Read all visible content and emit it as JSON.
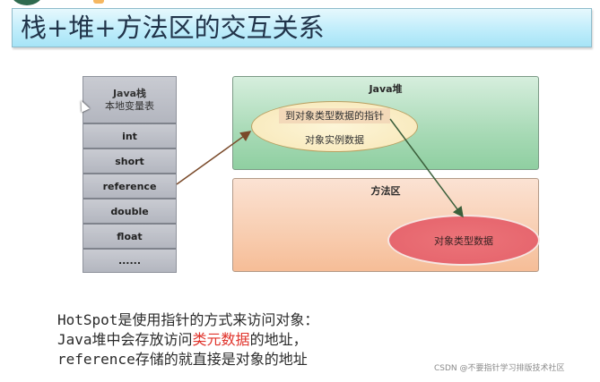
{
  "title": "栈+堆+方法区的交互关系",
  "stack": {
    "header_line1": "Java栈",
    "header_line2": "本地变量表",
    "rows": [
      "int",
      "short",
      "reference",
      "double",
      "float",
      "......"
    ]
  },
  "heap": {
    "label": "Java堆",
    "object": {
      "pointer_label": "到对象类型数据的指针",
      "instance_label": "对象实例数据"
    }
  },
  "method_area": {
    "label": "方法区",
    "type_data_label": "对象类型数据"
  },
  "notes": {
    "line1": "HotSpot是使用指针的方式来访问对象：",
    "line2_prefix": "Java堆中会存放访问",
    "line2_highlight": "类元数据",
    "line2_suffix": "的地址，",
    "line3": "reference存储的就直接是对象的地址"
  },
  "colors": {
    "title_bg": "#c3eefb",
    "heap_bg": "#a8dab6",
    "method_bg": "#f8cdb0",
    "type_ellipse": "#e86a70",
    "highlight_text": "#e0322a",
    "ref_arrow": "#7a4a2a",
    "ptr_arrow": "#3b5f3b"
  },
  "watermark": "CSDN @不要指针学习排版技术社区"
}
